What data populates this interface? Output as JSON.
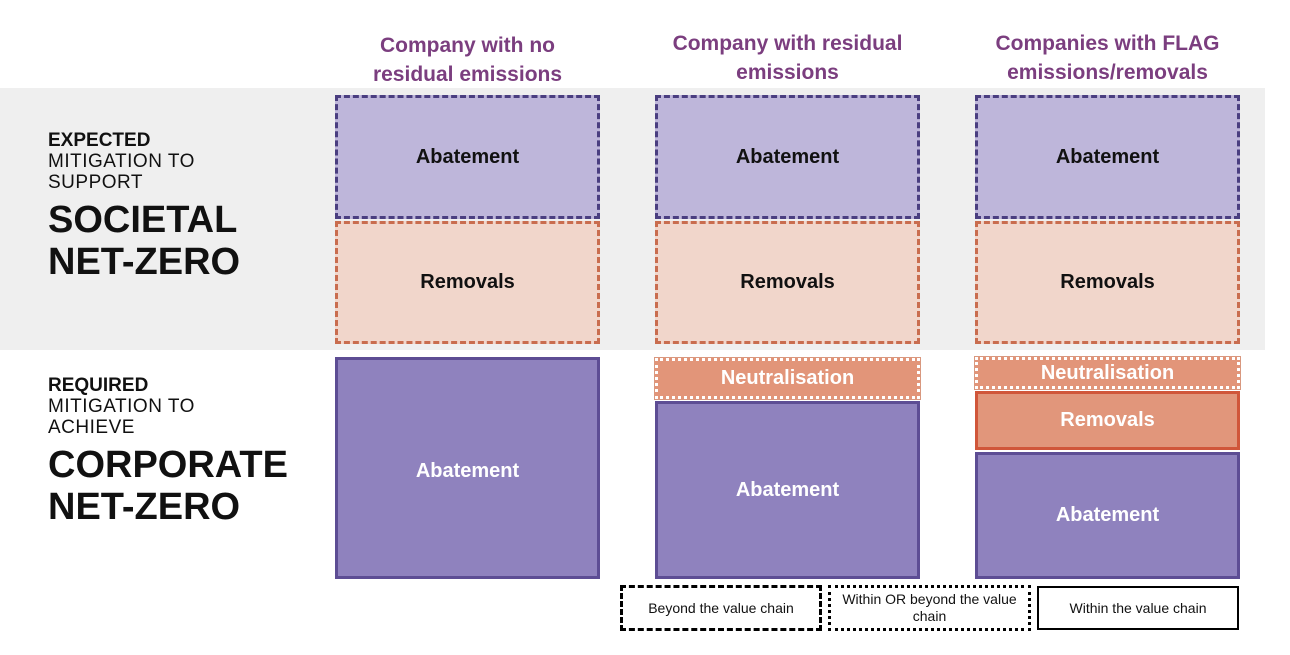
{
  "columns": [
    {
      "title": "Company with no residual emissions"
    },
    {
      "title": "Company with residual emissions"
    },
    {
      "title": "Companies with FLAG emissions/removals"
    }
  ],
  "rows": {
    "societal": {
      "line1": "EXPECTED",
      "line2": "MITIGATION TO",
      "line3": "SUPPORT",
      "big1": "SOCIETAL",
      "big2": "NET-ZERO"
    },
    "corporate": {
      "line1": "REQUIRED",
      "line2": "MITIGATION TO",
      "line3": "ACHIEVE",
      "big1": "CORPORATE",
      "big2": "NET-ZERO"
    }
  },
  "boxes": {
    "abatement": "Abatement",
    "removals": "Removals",
    "neutralisation": "Neutralisation"
  },
  "legend": {
    "beyond": "Beyond the value chain",
    "within_or_beyond": "Within OR beyond the value chain",
    "within": "Within the value chain"
  },
  "colors": {
    "heading_purple": "#7b3e7f",
    "abatement_light": "#beb6da",
    "removals_light": "#f1d6cb",
    "abatement_solid": "#8f82be",
    "neutralisation": "#e29579",
    "removals_solid": "#e1967b"
  }
}
